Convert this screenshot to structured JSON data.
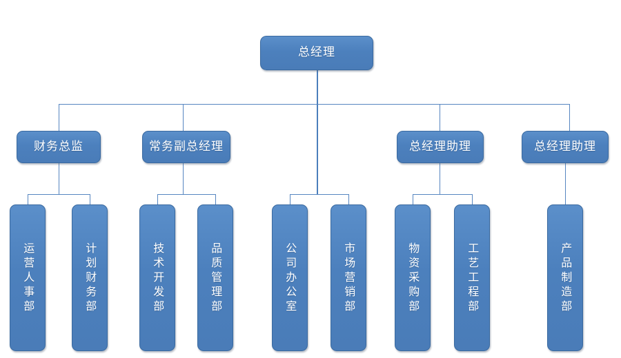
{
  "chart": {
    "type": "org-chart",
    "title_node": {
      "id": "ceo",
      "label": "总经理"
    },
    "level2": [
      {
        "id": "cfo",
        "label": "财务总监"
      },
      {
        "id": "evp",
        "label": "常务副总经理"
      },
      {
        "id": "ga1",
        "label": "总经理助理"
      },
      {
        "id": "ga2",
        "label": "总经理助理"
      }
    ],
    "level3": [
      {
        "id": "dept1",
        "label": "运营人事部",
        "parent": "cfo"
      },
      {
        "id": "dept2",
        "label": "计划财务部",
        "parent": "cfo"
      },
      {
        "id": "dept3",
        "label": "技术开发部",
        "parent": "evp"
      },
      {
        "id": "dept4",
        "label": "品质管理部",
        "parent": "evp"
      },
      {
        "id": "dept5",
        "label": "公司办公室",
        "parent": "ceo"
      },
      {
        "id": "dept6",
        "label": "市场营销部",
        "parent": "ceo"
      },
      {
        "id": "dept7",
        "label": "物资采购部",
        "parent": "ga1"
      },
      {
        "id": "dept8",
        "label": "工艺工程部",
        "parent": "ga1"
      },
      {
        "id": "dept9",
        "label": "产品制造部",
        "parent": "ga2"
      }
    ],
    "colors": {
      "box_fill": "#4c80bd",
      "box_fill_light": "#5b8fca",
      "box_border": "#39699f",
      "connector": "#5585c0",
      "text": "#ffffff",
      "background": "#ffffff"
    }
  }
}
